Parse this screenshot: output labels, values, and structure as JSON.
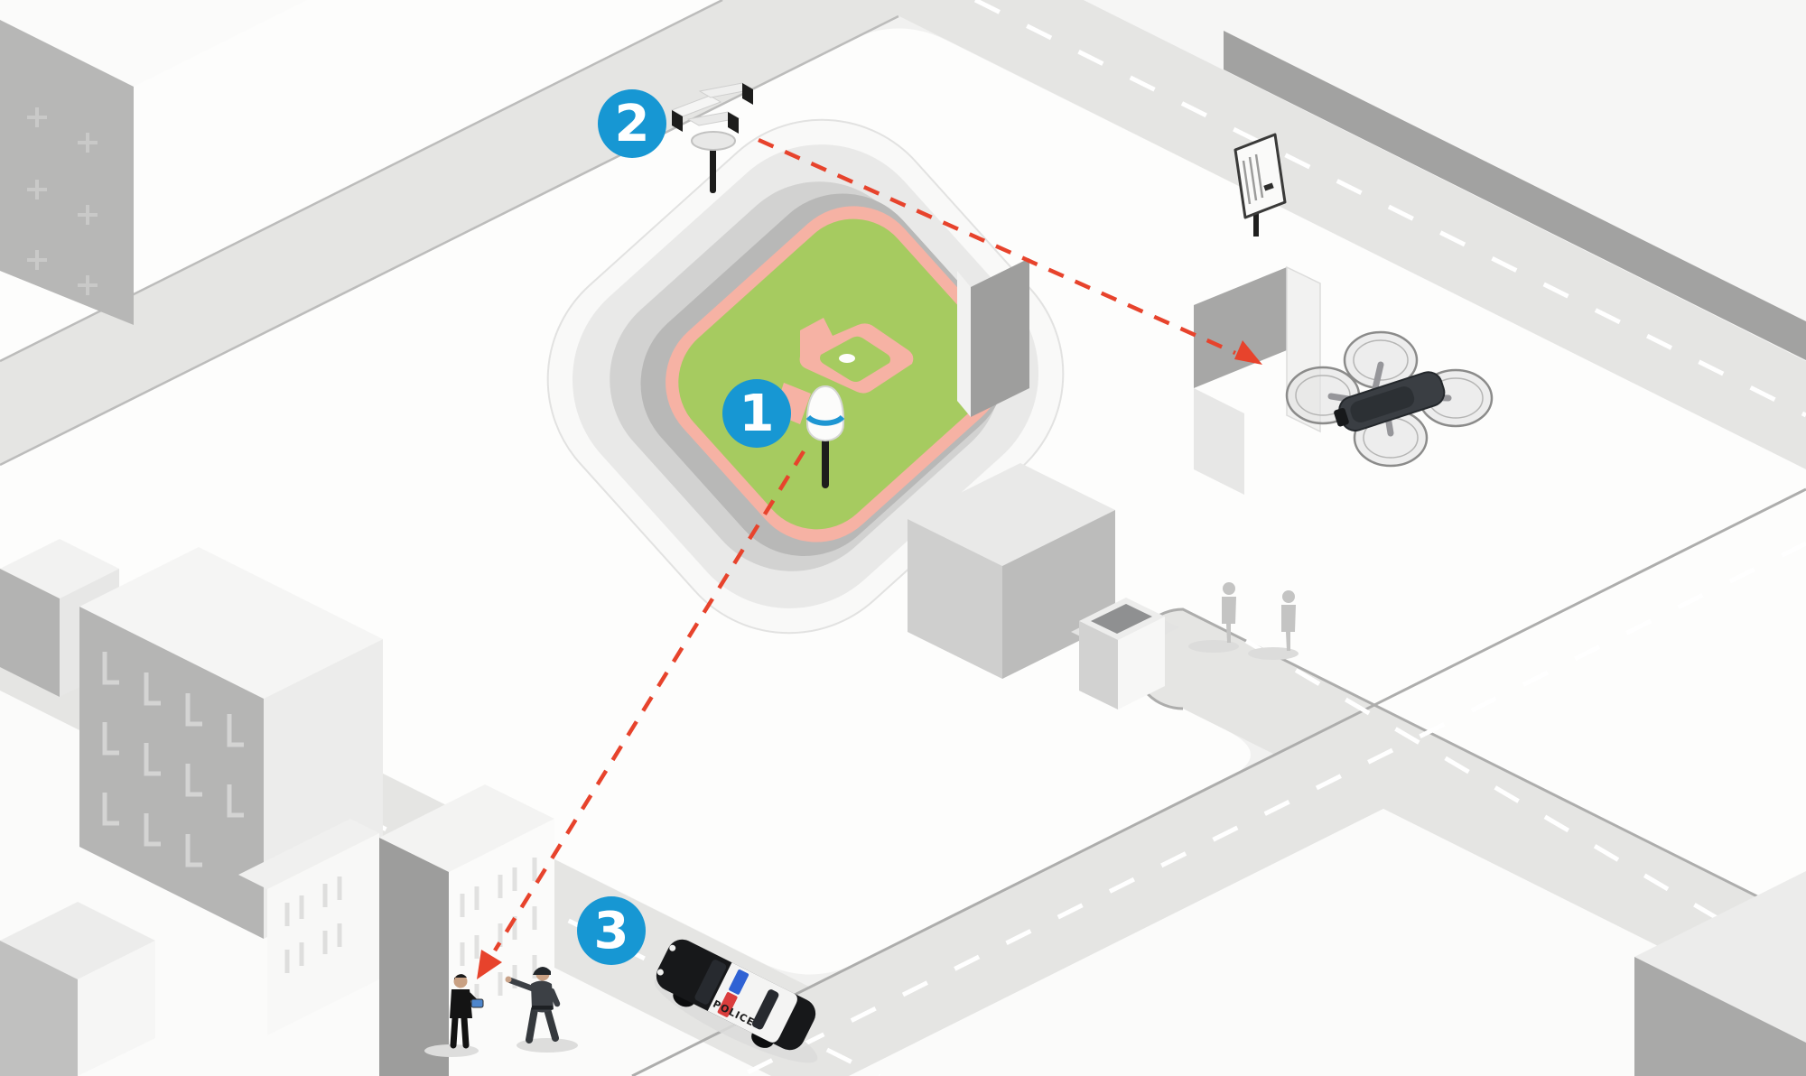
{
  "markers": [
    {
      "label": "1"
    },
    {
      "label": "2"
    },
    {
      "label": "3"
    }
  ],
  "police_car": {
    "label": "POLICE"
  },
  "colors": {
    "marker_blue": "#1797d3",
    "alert_red": "#e7432c",
    "field_green": "#a6cb60",
    "infield_pink": "#f6b2a4",
    "road_gray": "#e5e5e3",
    "concourse_gray": "#b8b8b7",
    "building_face_gray": "#b5b5b4",
    "drone_body_dark": "#3a3e43",
    "dome_band_blue": "#1e96d2"
  },
  "icons": {
    "marker_1": "radar-dome-sensor",
    "marker_2": "camera-cluster",
    "marker_3": "police-response",
    "aircraft": "drone-quadcopter",
    "vehicle": "police-car",
    "venue": "baseball-stadium",
    "sign": "scoreboard"
  }
}
